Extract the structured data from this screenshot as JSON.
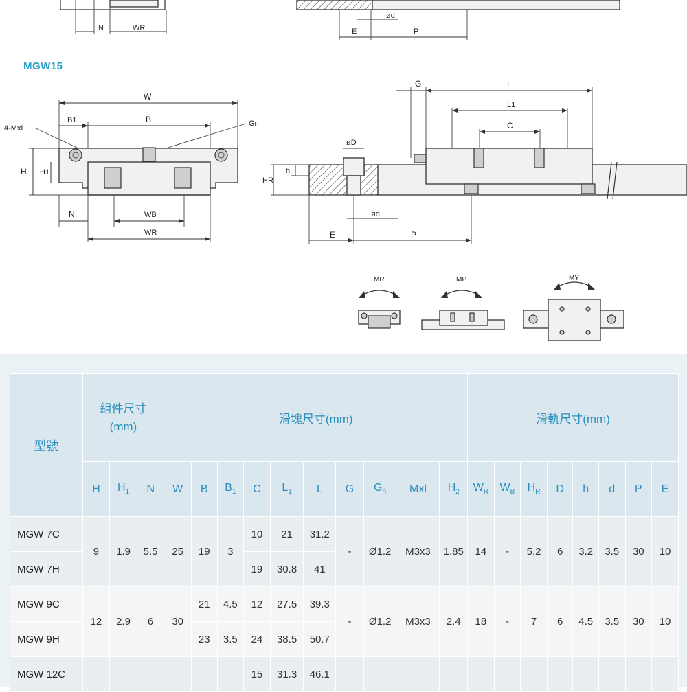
{
  "title": "MGW15",
  "diagram_labels": {
    "top_n": "N",
    "top_wr": "WR",
    "top_d": "ød",
    "top_e": "E",
    "top_p": "P",
    "w": "W",
    "b1": "B1",
    "b": "B",
    "mxl": "4-MxL",
    "gn": "Gn",
    "h": "H",
    "h1": "H1",
    "n": "N",
    "wb": "WB",
    "wr": "WR",
    "g": "G",
    "l": "L",
    "l1": "L1",
    "c": "C",
    "od": "øD",
    "small_h": "h",
    "hr": "HR",
    "d": "ød",
    "e": "E",
    "p": "P",
    "mr": "MR",
    "mp": "MP",
    "my": "MY"
  },
  "table": {
    "model_header": "型號",
    "group_assembly": "組件尺寸\n(mm)",
    "group_block": "滑塊尺寸(mm)",
    "group_rail": "滑軌尺寸(mm)",
    "columns": [
      {
        "base": "H",
        "sub": ""
      },
      {
        "base": "H",
        "sub": "1"
      },
      {
        "base": "N",
        "sub": ""
      },
      {
        "base": "W",
        "sub": ""
      },
      {
        "base": "B",
        "sub": ""
      },
      {
        "base": "B",
        "sub": "1"
      },
      {
        "base": "C",
        "sub": ""
      },
      {
        "base": "L",
        "sub": "1"
      },
      {
        "base": "L",
        "sub": ""
      },
      {
        "base": "G",
        "sub": ""
      },
      {
        "base": "G",
        "sub": "n"
      },
      {
        "base": "Mxl",
        "sub": ""
      },
      {
        "base": "H",
        "sub": "2"
      },
      {
        "base": "W",
        "sub": "R"
      },
      {
        "base": "W",
        "sub": "B"
      },
      {
        "base": "H",
        "sub": "R"
      },
      {
        "base": "D",
        "sub": ""
      },
      {
        "base": "h",
        "sub": ""
      },
      {
        "base": "d",
        "sub": ""
      },
      {
        "base": "P",
        "sub": ""
      },
      {
        "base": "E",
        "sub": ""
      }
    ],
    "groups": [
      {
        "models": [
          "MGW 7C",
          "MGW 7H"
        ],
        "shared": {
          "H": "9",
          "H1": "1.9",
          "N": "5.5",
          "W": "25",
          "B": "19",
          "B1": "3",
          "G": "-",
          "Gn": "Ø1.2",
          "Mxl": "M3x3",
          "H2": "1.85",
          "WR": "14",
          "WB": "-",
          "HR": "5.2",
          "D": "6",
          "h": "3.2",
          "d": "3.5",
          "P": "30",
          "E": "10"
        },
        "rows": [
          {
            "C": "10",
            "L1": "21",
            "L": "31.2"
          },
          {
            "C": "19",
            "L1": "30.8",
            "L": "41"
          }
        ]
      },
      {
        "models": [
          "MGW 9C",
          "MGW 9H"
        ],
        "shared": {
          "H": "12",
          "H1": "2.9",
          "N": "6",
          "W": "30",
          "G": "-",
          "Gn": "Ø1.2",
          "Mxl": "M3x3",
          "H2": "2.4",
          "WR": "18",
          "WB": "-",
          "HR": "7",
          "D": "6",
          "h": "4.5",
          "d": "3.5",
          "P": "30",
          "E": "10"
        },
        "rows": [
          {
            "B": "21",
            "B1": "4.5",
            "C": "12",
            "L1": "27.5",
            "L": "39.3"
          },
          {
            "B": "23",
            "B1": "3.5",
            "C": "24",
            "L1": "38.5",
            "L": "50.7"
          }
        ]
      },
      {
        "models": [
          "MGW 12C"
        ],
        "rows": [
          {
            "C": "15",
            "L1": "31.3",
            "L": "46.1"
          }
        ]
      }
    ]
  }
}
